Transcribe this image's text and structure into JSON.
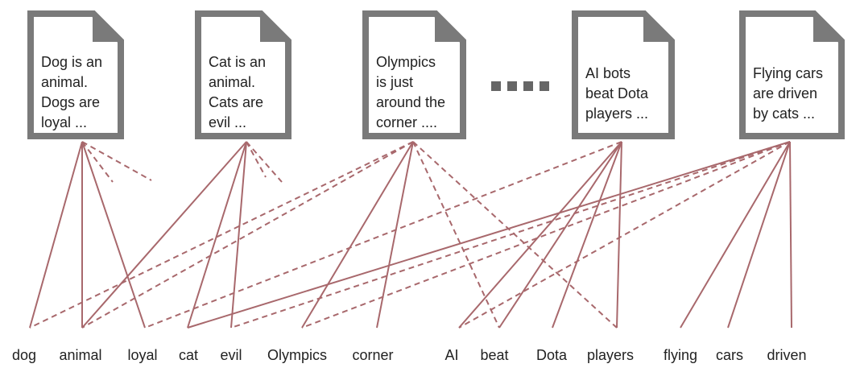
{
  "documents": [
    {
      "id": "d1",
      "lines": [
        "Dog is an",
        "animal.",
        "Dogs are",
        "loyal ..."
      ]
    },
    {
      "id": "d2",
      "lines": [
        "Cat is an",
        "animal.",
        "Cats are",
        "evil ..."
      ]
    },
    {
      "id": "d3",
      "lines": [
        "Olympics",
        "is just",
        "around the",
        "corner ...."
      ]
    },
    {
      "id": "d4",
      "lines": [
        "AI bots",
        "beat Dota",
        "players ..."
      ]
    },
    {
      "id": "d5",
      "lines": [
        "Flying cars",
        "are driven",
        "by cats ..."
      ]
    }
  ],
  "ellipsis_squares": 4,
  "words": [
    "dog",
    "animal",
    "loyal",
    "cat",
    "evil",
    "Olympics",
    "corner",
    "AI",
    "beat",
    "Dota",
    "players",
    "flying",
    "cars",
    "driven"
  ],
  "links": {
    "solid": [
      [
        "d1",
        "dog"
      ],
      [
        "d1",
        "animal"
      ],
      [
        "d1",
        "loyal"
      ],
      [
        "d2",
        "animal"
      ],
      [
        "d2",
        "cat"
      ],
      [
        "d2",
        "evil"
      ],
      [
        "d3",
        "Olympics"
      ],
      [
        "d3",
        "corner"
      ],
      [
        "d4",
        "AI"
      ],
      [
        "d4",
        "beat"
      ],
      [
        "d4",
        "Dota"
      ],
      [
        "d4",
        "players"
      ],
      [
        "d5",
        "flying"
      ],
      [
        "d5",
        "cars"
      ],
      [
        "d5",
        "driven"
      ],
      [
        "d5",
        "cat"
      ]
    ],
    "dashed": [
      [
        "d3",
        "dog"
      ],
      [
        "d3",
        "animal"
      ],
      [
        "d3",
        "beat"
      ],
      [
        "d3",
        "players"
      ],
      [
        "d4",
        "loyal"
      ],
      [
        "d5",
        "evil"
      ],
      [
        "d5",
        "Olympics"
      ],
      [
        "d5",
        "AI"
      ]
    ]
  },
  "stub_links": [
    "d1",
    "d2"
  ],
  "colors": {
    "line": "#a8686c",
    "doc_border": "#7a7a7a",
    "ellipsis": "#666666",
    "text": "#222222"
  }
}
